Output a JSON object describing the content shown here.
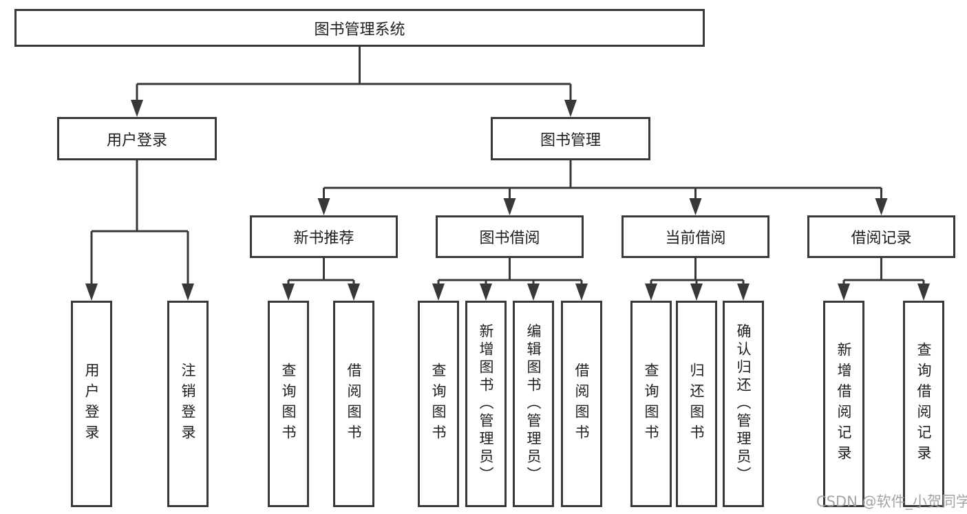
{
  "tree": {
    "label": "图书管理系统",
    "children": [
      {
        "label": "用户登录",
        "children": [
          {
            "label": "用户登录"
          },
          {
            "label": "注销登录"
          }
        ]
      },
      {
        "label": "图书管理",
        "children": [
          {
            "label": "新书推荐",
            "children": [
              {
                "label": "查询图书"
              },
              {
                "label": "借阅图书"
              }
            ]
          },
          {
            "label": "图书借阅",
            "children": [
              {
                "label": "查询图书"
              },
              {
                "label": "新增图书（管理员）"
              },
              {
                "label": "编辑图书（管理员）"
              },
              {
                "label": "借阅图书"
              }
            ]
          },
          {
            "label": "当前借阅",
            "children": [
              {
                "label": "查询图书"
              },
              {
                "label": "归还图书"
              },
              {
                "label": "确认归还（管理员）"
              }
            ]
          },
          {
            "label": "借阅记录",
            "children": [
              {
                "label": "新增借阅记录"
              },
              {
                "label": "查询借阅记录"
              }
            ]
          }
        ]
      }
    ]
  },
  "watermark": "CSDN @软件_小贺同学",
  "colors": {
    "line": "#383838",
    "text": "#1e1e1e",
    "watermark": "#9e9ea4",
    "background": "#ffffff"
  }
}
